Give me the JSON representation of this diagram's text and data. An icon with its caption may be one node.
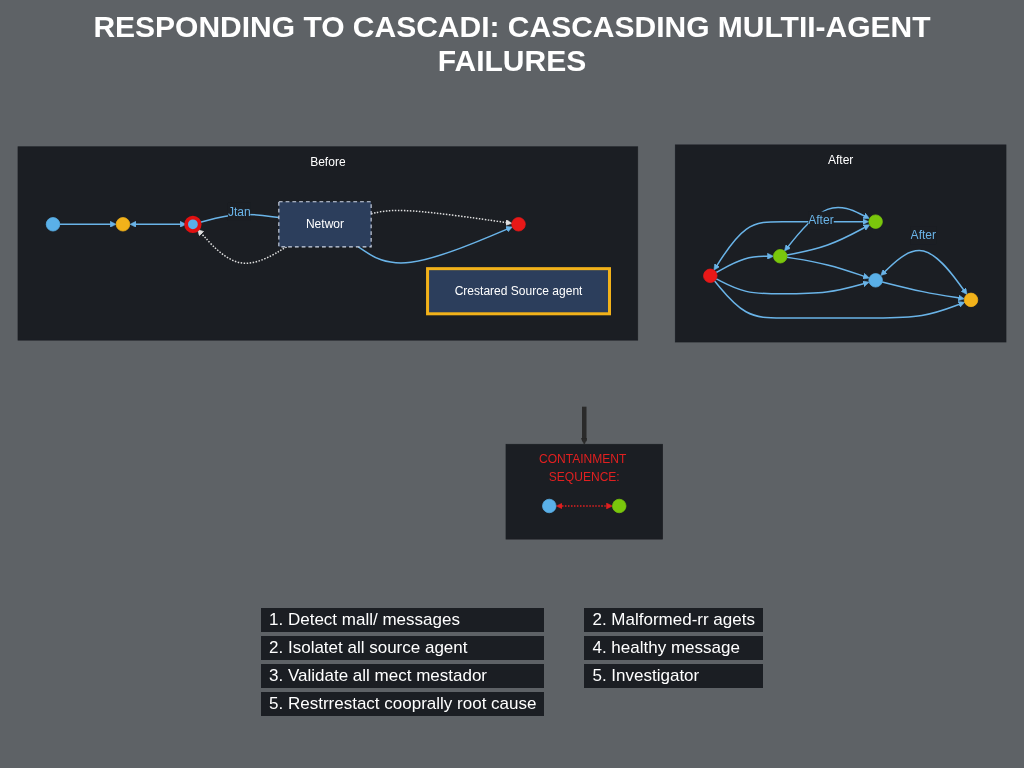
{
  "diagram": {
    "title": "RESPONDING TO CASCADI: CASCASDING MULTII-AGENT FAILURES",
    "nodes": [
      {
        "text": [
          "Before"
        ]
      },
      {
        "text": [],
        "shape": "person",
        "in": 0
      },
      {
        "text": [],
        "shape": "person",
        "in": 0
      },
      {
        "text": [],
        "shape": "person",
        "in": 0
      },
      {
        "text": [
          "Networ"
        ],
        "in": 0
      },
      {
        "text": [],
        "shape": "person",
        "in": 0
      },
      {
        "text": [
          "Crestared Source agent"
        ],
        "in": 0
      },
      {
        "text": [
          "After"
        ]
      },
      {
        "text": [],
        "shape": "person",
        "in": 7
      },
      {
        "text": [],
        "shape": "person",
        "in": 7
      },
      {
        "text": [],
        "shape": "person",
        "in": 7
      },
      {
        "text": [],
        "shape": "person",
        "in": 7
      },
      {
        "text": [],
        "shape": "person",
        "in": 7
      },
      {
        "text": [
          "CONTAINMENT SEQUENCE:"
        ]
      },
      {
        "text": [],
        "shape": "person",
        "in": 13
      },
      {
        "text": [],
        "shape": "person",
        "in": 13
      }
    ],
    "edges": [
      {
        "from": 1,
        "to": 2,
        "arrow": "to"
      },
      {
        "from": 2,
        "to": 3,
        "arrow": "both"
      },
      {
        "from": 3,
        "to": 4,
        "arrow": "none",
        "label": "Jtan"
      },
      {
        "from": 4,
        "to": 3,
        "arrow": "to",
        "style": "dashed",
        "color": "#e0e0e0"
      },
      {
        "from": 4,
        "to": 5,
        "arrow": "to",
        "style": "dashed",
        "color": "#e0e0e0"
      },
      {
        "from": 4,
        "to": 5,
        "arrow": "to"
      },
      {
        "from": 9,
        "to": 8,
        "arrow": "both"
      },
      {
        "from": 8,
        "to": 12,
        "arrow": "to"
      },
      {
        "from": 8,
        "to": 10,
        "arrow": "to"
      },
      {
        "from": 8,
        "to": 11,
        "arrow": "to"
      },
      {
        "from": 10,
        "to": 9,
        "arrow": "to"
      },
      {
        "from": 10,
        "to": 11,
        "arrow": "to"
      },
      {
        "from": 11,
        "to": 12,
        "arrow": "to"
      },
      {
        "from": 9,
        "to": 10,
        "arrow": "both",
        "label": "After"
      },
      {
        "from": 11,
        "to": 12,
        "arrow": "both",
        "label": "After"
      },
      {
        "from": 14,
        "to": 15,
        "arrow": "both",
        "style": "dashed",
        "color": "#e02020"
      },
      {
        "from": null,
        "to": 13,
        "arrow": "to",
        "style": "thick",
        "color": "#2a2a2a"
      }
    ],
    "labels": [
      "1. Detect mall/ messages",
      "2. Malformed-rr agets",
      "2. Isolatet all source agent",
      "4. healthy message",
      "3. Validate all mect mestador",
      "5. Investigator",
      "5. Restrrestact cooprally root cause"
    ]
  }
}
